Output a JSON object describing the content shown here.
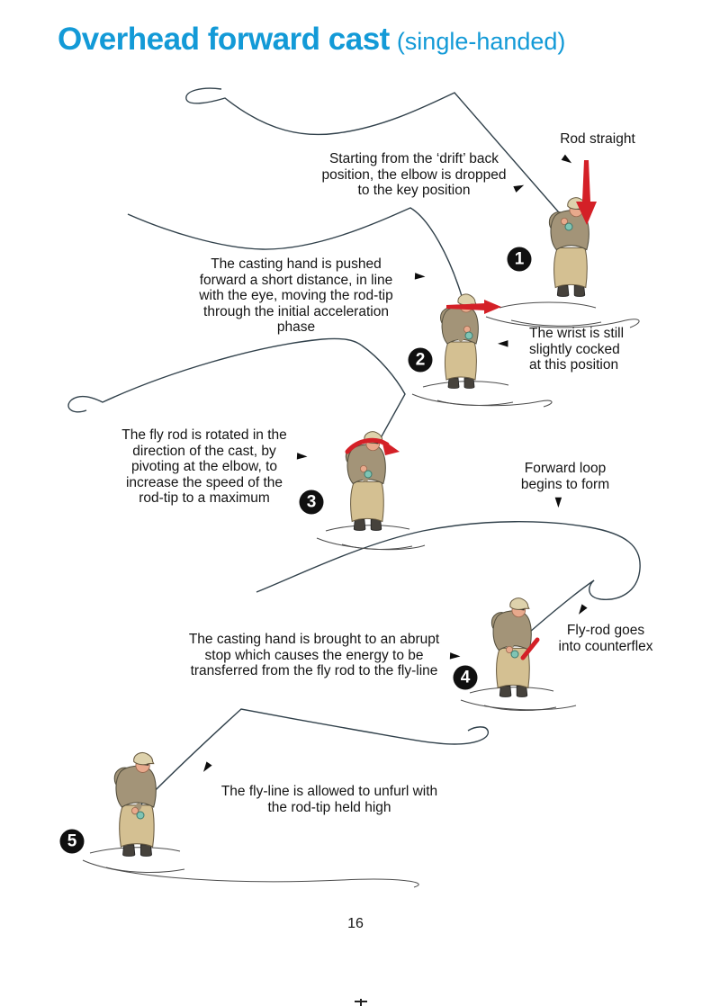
{
  "page": {
    "title": "Overhead forward cast",
    "subtitle": "(single-handed)",
    "page_number": "16"
  },
  "colors": {
    "title_blue": "#139ad7",
    "text": "#141414",
    "line": "#31414b",
    "red_arrow": "#d42027",
    "jacket": "#a39478",
    "pants": "#d4c092",
    "cap": "#ded2ac",
    "skin": "#e8a98c",
    "reel": "#7fc4b4",
    "badge_bg": "#101010",
    "badge_text": "#ffffff"
  },
  "icons": {
    "pointer": "►"
  },
  "steps": [
    {
      "number": "1",
      "caption": "Starting from the ‘drift’ back\nposition, the elbow is dropped\nto the key position",
      "annotation": "Rod straight"
    },
    {
      "number": "2",
      "caption": "The casting hand is pushed\nforward a short distance, in line\nwith the eye, moving the rod-tip\nthrough the initial acceleration\nphase",
      "annotation": "The wrist is still\nslightly cocked\nat this position"
    },
    {
      "number": "3",
      "caption": "The fly rod is rotated in the\ndirection of the cast, by\npivoting at the elbow, to\nincrease the speed of the\nrod-tip to a maximum",
      "annotation": "Forward loop\nbegins to form"
    },
    {
      "number": "4",
      "caption": "The casting hand is brought to an abrupt\nstop which causes the energy to be\ntransferred from the fly rod to the fly-line",
      "annotation": "Fly-rod goes\ninto counterflex"
    },
    {
      "number": "5",
      "caption": "The fly-line is allowed to unfurl with\nthe rod-tip held high"
    }
  ]
}
